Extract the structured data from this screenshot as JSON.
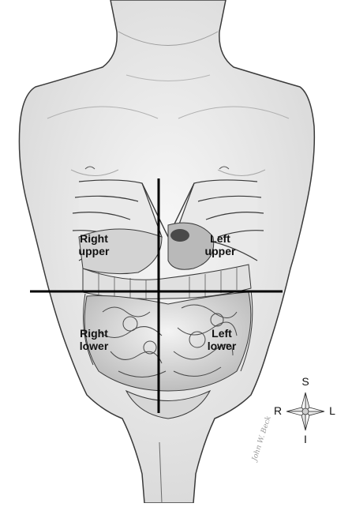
{
  "quadrants": {
    "right_upper": [
      "Right",
      "upper"
    ],
    "left_upper": [
      "Left",
      "upper"
    ],
    "right_lower": [
      "Right",
      "lower"
    ],
    "left_lower": [
      "Left",
      "lower"
    ]
  },
  "compass": {
    "superior": "S",
    "inferior": "I",
    "right": "R",
    "left": "L"
  },
  "signature": "John W. Beck",
  "colors": {
    "outline": "#3a3a3a",
    "skin": "#f2f2f2",
    "shade": "#c9c9c9",
    "divider": "#000000"
  }
}
